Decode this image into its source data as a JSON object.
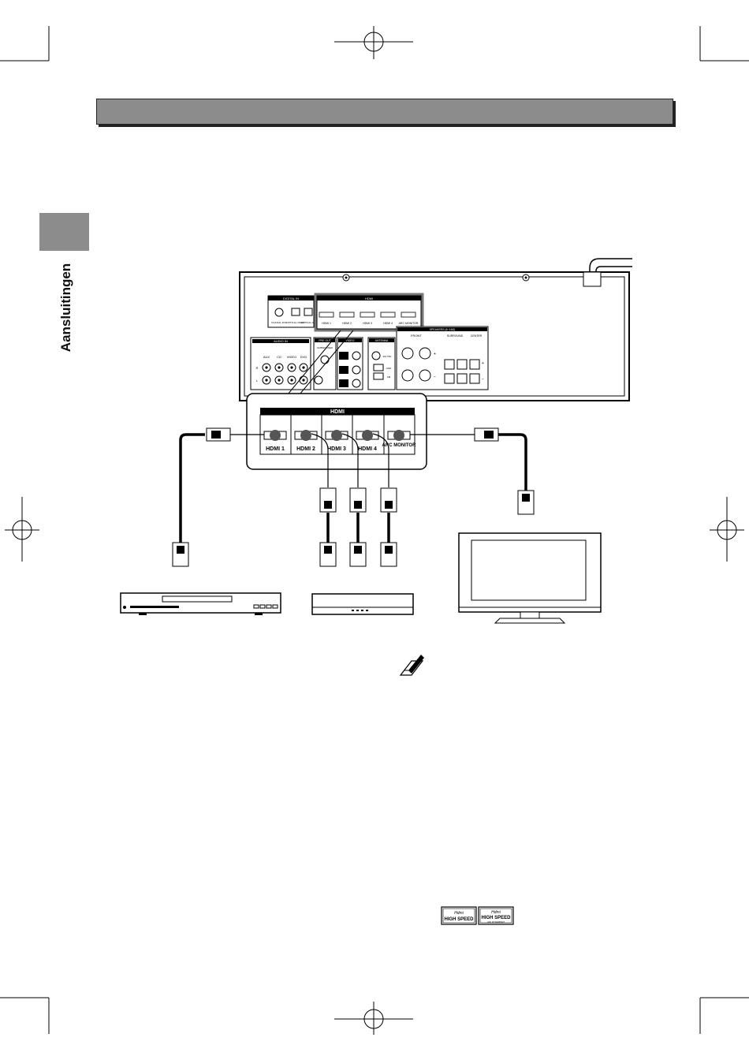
{
  "sidebar": {
    "section_label": "Aansluitingen"
  },
  "receiver": {
    "digital_in_label": "DIGITAL IN",
    "digital_in_ports": [
      "COAXIAL DVD",
      "OPTICAL VIDEO",
      "OPTICAL CD"
    ],
    "hdmi_label": "HDMI",
    "hdmi_ports": [
      "HDMI 1",
      "HDMI 2",
      "HDMI 3",
      "HDMI 4",
      "ARC MONITOR"
    ],
    "audio_in_label": "AUDIO IN",
    "audio_in_ports": [
      "AUX",
      "CD",
      "VIDEO",
      "DVD"
    ],
    "audio_in_channels": [
      "R",
      "L"
    ],
    "pre_out_label": "PRE OUT",
    "subwoofer_label": "SUBWOOFER",
    "video_label": "VIDEO",
    "antenna_label": "ANTENNA",
    "antenna_ports": [
      "FM 75Ω",
      "GND",
      "AM"
    ],
    "speakers_label": "SPEAKERS (6~16Ω)",
    "front_label": "FRONT",
    "surround_label": "SURROUND",
    "center_label": "CENTER",
    "polarity": [
      "+",
      "−"
    ]
  },
  "callout": {
    "hdmi_label": "HDMI",
    "ports": [
      "HDMI 1",
      "HDMI 2",
      "HDMI 3",
      "HDMI 4",
      "ARC MONITOR"
    ]
  },
  "logos": {
    "high_speed": "HIGH SPEED",
    "ethernet": "with ETHERNET",
    "hdmi_logo": "Hdmi"
  }
}
